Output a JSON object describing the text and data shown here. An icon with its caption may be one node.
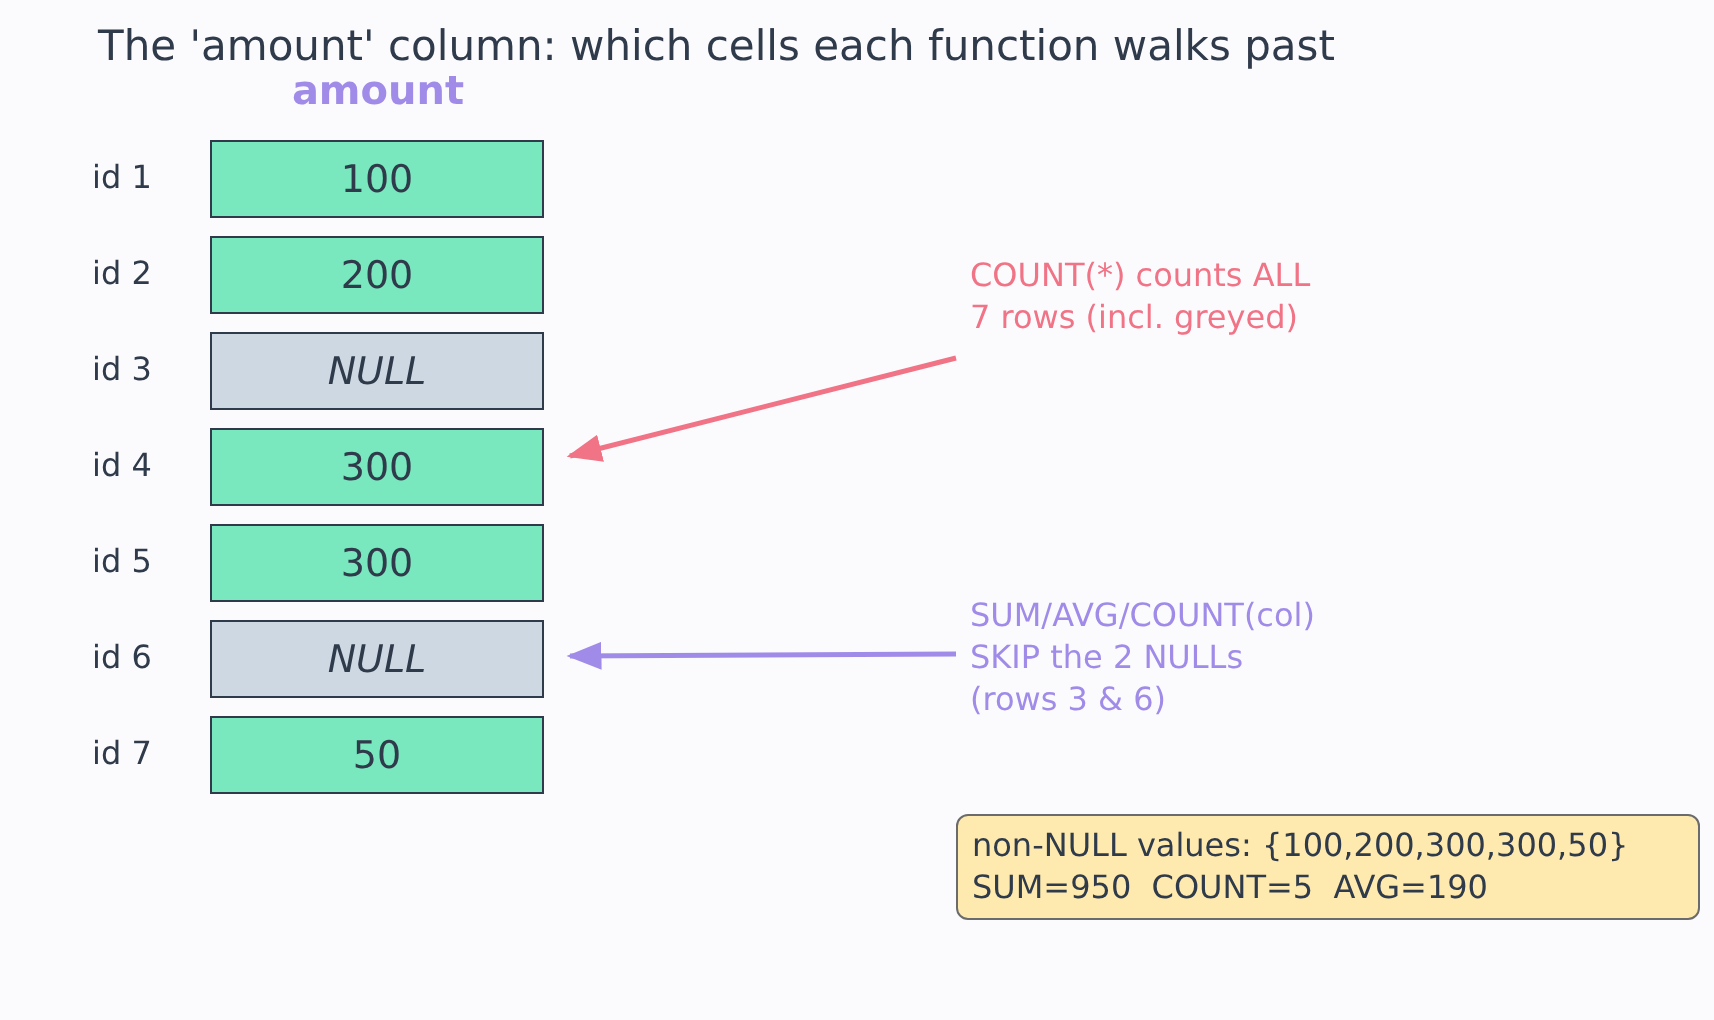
{
  "diagram": {
    "title": "The 'amount' column: which cells each function walks past",
    "nodes": [
      {
        "text": [
          "100"
        ]
      },
      {
        "text": [
          "200"
        ]
      },
      {
        "text": [
          "NULL"
        ]
      },
      {
        "text": [
          "300"
        ]
      },
      {
        "text": [
          "300"
        ]
      },
      {
        "text": [
          "NULL"
        ]
      },
      {
        "text": [
          "50"
        ]
      },
      {
        "text": [
          "COUNT(*) counts ALL 7 rows (incl. greyed)"
        ]
      },
      {
        "text": [
          "SUM/AVG/COUNT(col) SKIP the 2 NULLs (rows 3 & 6)"
        ]
      },
      {
        "text": [
          "non-NULL values: {100,200,300,300,50}",
          "SUM=950  COUNT=5  AVG=190"
        ]
      }
    ],
    "edges": [
      {
        "from": 7,
        "to": 3,
        "arrow": "to",
        "color": "#f07386"
      },
      {
        "from": 8,
        "to": 5,
        "arrow": "to",
        "color": "#a08ce8"
      }
    ],
    "labels": [
      "amount",
      "id 1",
      "id 2",
      "id 3",
      "id 4",
      "id 5",
      "id 6",
      "id 7"
    ]
  }
}
